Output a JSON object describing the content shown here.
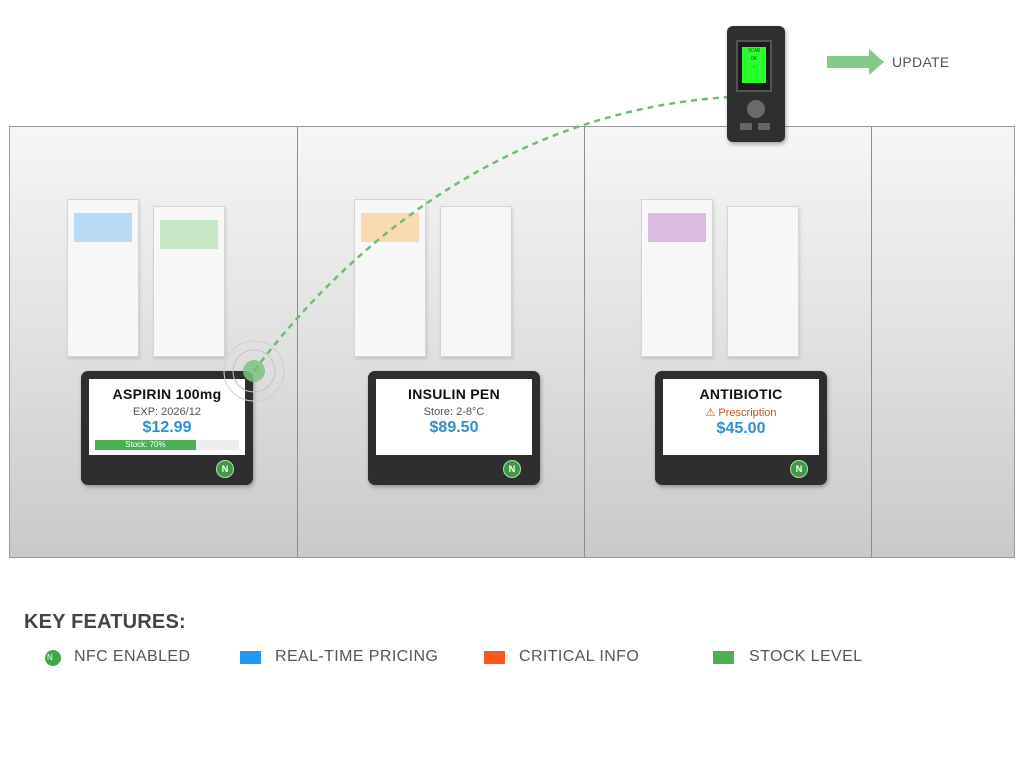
{
  "colors": {
    "nfc": "#3fa847",
    "pricing": "#2196f3",
    "critical": "#ff5722",
    "stock": "#4caf50",
    "box_labels": [
      "#b9dbf5",
      "#c6e8c6",
      "#f8dbb0",
      "#ffffff",
      "#dcbbe3",
      "#ffffff"
    ]
  },
  "reader": {
    "screen_line1": "SCAN",
    "screen_line2": "OK",
    "screen_line3": "✓"
  },
  "update": {
    "label": "UPDATE"
  },
  "tags": [
    {
      "title": "ASPIRIN 100mg",
      "sub": "EXP: 2026/12",
      "price": "$12.99",
      "stock_label": "Stock: 70%",
      "stock_level": 0.7,
      "nfc": "N"
    },
    {
      "title": "INSULIN PEN",
      "sub": "Store: 2-8°C",
      "price": "$89.50",
      "nfc": "N"
    },
    {
      "title": "ANTIBIOTIC",
      "sub": "⚠ Prescription",
      "price": "$45.00",
      "nfc": "N"
    }
  ],
  "key": {
    "title": "KEY FEATURES:",
    "items": [
      {
        "label": "NFC ENABLED",
        "glyph": "N"
      },
      {
        "label": "REAL-TIME PRICING"
      },
      {
        "label": "CRITICAL INFO"
      },
      {
        "label": "STOCK LEVEL"
      }
    ]
  }
}
